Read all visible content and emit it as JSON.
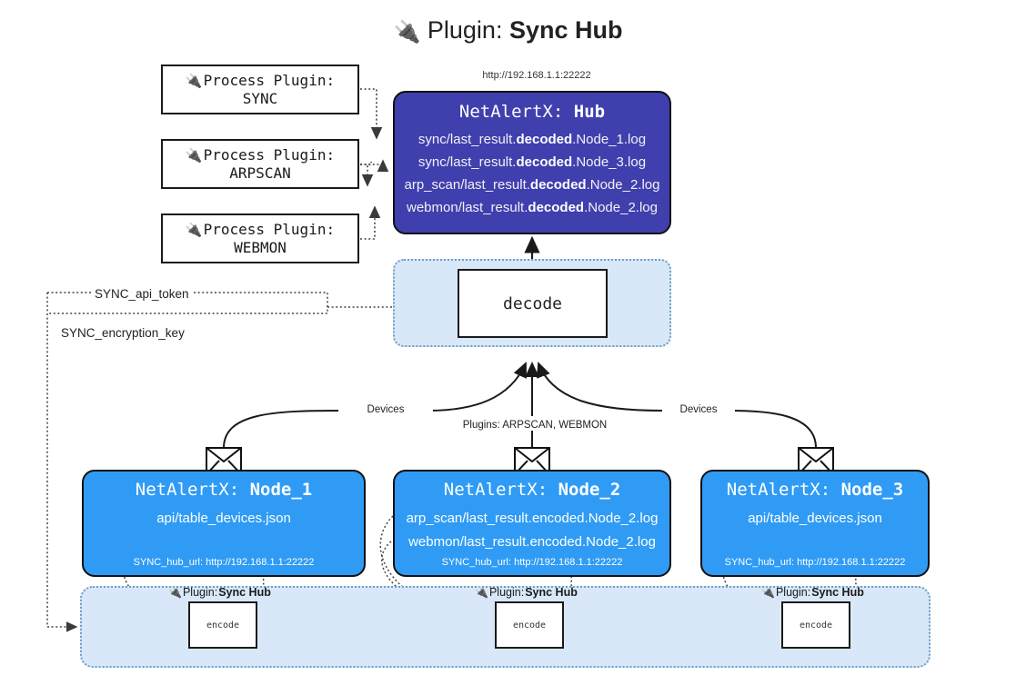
{
  "title": {
    "icon": "plug-icon",
    "prefix": "Plugin:",
    "name": "Sync Hub"
  },
  "hub": {
    "url": "http://192.168.1.1:22222",
    "label_prefix": "NetAlertX:",
    "label_name": "Hub",
    "logs": [
      {
        "pre": "sync/last_result.",
        "mid": "decoded",
        "post": ".Node_1.log"
      },
      {
        "pre": "sync/last_result.",
        "mid": "decoded",
        "post": ".Node_3.log"
      },
      {
        "pre": "arp_scan/last_result.",
        "mid": "decoded",
        "post": ".Node_2.log"
      },
      {
        "pre": "webmon/last_result.",
        "mid": "decoded",
        "post": ".Node_2.log"
      }
    ],
    "color": "#3f3fae"
  },
  "process_plugins": [
    {
      "icon": "plug-icon",
      "line1": "Process Plugin:",
      "line2": "SYNC"
    },
    {
      "icon": "plug-icon",
      "line1": "Process Plugin:",
      "line2": "ARPSCAN"
    },
    {
      "icon": "plug-icon",
      "line1": "Process Plugin:",
      "line2": "WEBMON"
    }
  ],
  "decode": {
    "label": "decode",
    "container_color": "#d8e8f8"
  },
  "secrets": [
    {
      "label": "SYNC_api_token"
    },
    {
      "label": "SYNC_encryption_key"
    }
  ],
  "edge_labels": {
    "devices_left": "Devices",
    "devices_right": "Devices",
    "plugins_center": "Plugins: ARPSCAN, WEBMON"
  },
  "nodes": [
    {
      "title_prefix": "NetAlertX:",
      "title_name": "Node_1",
      "lines": [
        "api/table_devices.json"
      ],
      "url_key": "SYNC_hub_url:",
      "url_value": "http://192.168.1.1:22222",
      "envelope_icon": "envelope-icon"
    },
    {
      "title_prefix": "NetAlertX:",
      "title_name": "Node_2",
      "lines": [
        "arp_scan/last_result.encoded.Node_2.log",
        "webmon/last_result.encoded.Node_2.log"
      ],
      "url_key": "SYNC_hub_url:",
      "url_value": "http://192.168.1.1:22222",
      "envelope_icon": "envelope-icon"
    },
    {
      "title_prefix": "NetAlertX:",
      "title_name": "Node_3",
      "lines": [
        "api/table_devices.json"
      ],
      "url_key": "SYNC_hub_url:",
      "url_value": "http://192.168.1.1:22222",
      "envelope_icon": "envelope-icon"
    }
  ],
  "encoders": [
    {
      "caption_prefix": "Plugin:",
      "caption_name": "Sync Hub",
      "box_label": "encode",
      "icon": "plug-icon"
    },
    {
      "caption_prefix": "Plugin:",
      "caption_name": "Sync Hub",
      "box_label": "encode",
      "icon": "plug-icon"
    },
    {
      "caption_prefix": "Plugin:",
      "caption_name": "Sync Hub",
      "box_label": "encode",
      "icon": "plug-icon"
    }
  ],
  "colors": {
    "node_blue": "#2f9bf5",
    "hub_indigo": "#3f3fae",
    "pane_lightblue": "#d8e8f8",
    "stroke": "#111111"
  }
}
